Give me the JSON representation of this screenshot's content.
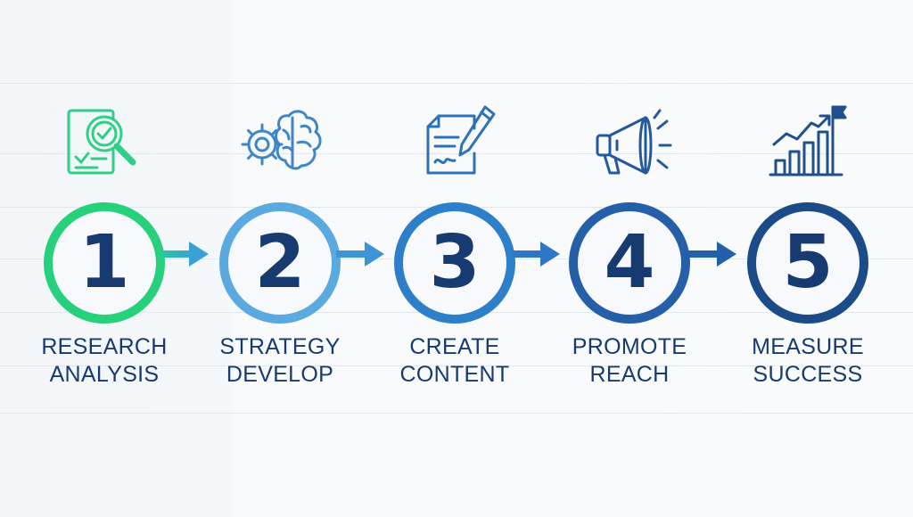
{
  "steps": [
    {
      "number": "1",
      "line1": "RESEARCH",
      "line2": "ANALYSIS",
      "icon": "research-checklist-magnifier-icon",
      "ring_color": "#27d07a"
    },
    {
      "number": "2",
      "line1": "STRATEGY",
      "line2": "DEVELOP",
      "icon": "gear-brain-icon",
      "ring_color": "#5aaadf"
    },
    {
      "number": "3",
      "line1": "CREATE",
      "line2": "CONTENT",
      "icon": "document-pen-icon",
      "ring_color": "#2c7fc8"
    },
    {
      "number": "4",
      "line1": "PROMOTE",
      "line2": "REACH",
      "icon": "megaphone-icon",
      "ring_color": "#255fa8"
    },
    {
      "number": "5",
      "line1": "MEASURE",
      "line2": "SUCCESS",
      "icon": "growth-chart-flag-icon",
      "ring_color": "#1b4b88"
    }
  ],
  "colors": {
    "text": "#173a70",
    "icon_green": "#2ecf86",
    "icon_blue": "#3f86c8",
    "icon_navy": "#1f4f8c"
  }
}
